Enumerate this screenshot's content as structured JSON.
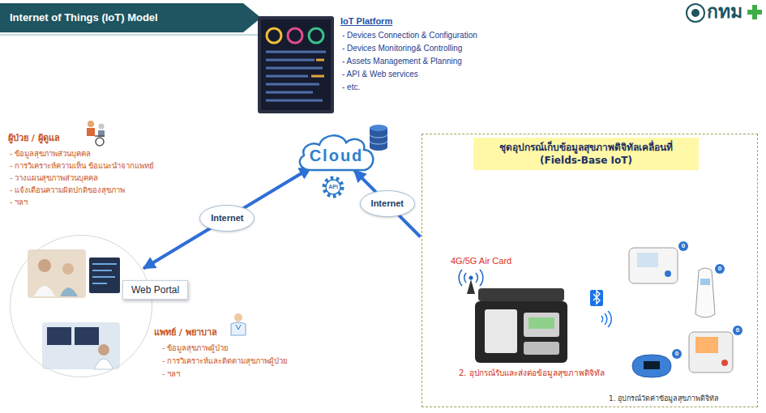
{
  "diagram": {
    "title": "Internet of Things (IoT) Model",
    "nodes": [
      {
        "text": [
          "Cloud"
        ]
      },
      {
        "text": [
          "Web Portal"
        ]
      },
      {
        "text": [
          "4G/5G Air Card",
          "2. อุปกรณ์รับและส่งต่อข้อมูลสุขภาพดิจิทัล",
          "1. อุปกรณ์วัดค่าข้อมูลสุขภาพดิจิทัล"
        ]
      },
      {
        "text": [
          "ชุดอุปกรณ์เก็บข้อมูลสุขภาพดิจิทัลเคลื่อนที่ (Fields-Base IoT)"
        ],
        "in": 2
      }
    ],
    "edges": [
      {
        "from": 0,
        "to": 1,
        "arrow": "both",
        "label": "Internet"
      },
      {
        "from": 2,
        "to": 0,
        "arrow": "to",
        "label": "Internet"
      }
    ],
    "labels": [
      "กทม",
      "IoT Platform",
      "- Devices Connection & Configuration",
      "- Devices Monitoring& Controlling",
      "- Assets Management & Planning",
      "- API & Web services",
      "- etc.",
      "API",
      "ผู้ป่วย / ผู้ดูแล",
      "- ข้อมูลสุขภาพส่วนบุคคล",
      "- การวิเคราะห์ความเห็น ข้อแนะนำจากแพทย์",
      "- วางแผนสุขภาพส่วนบุคคล",
      "- แจ้งเตือนความผิดปกติของสุขภาพ",
      "- ฯลฯ",
      "แพทย์ / พยาบาล",
      "- ข้อมูลสุขภาพผู้ป่วย",
      "- การวิเคราะห์และติดตามสุขภาพผู้ป่วย",
      "- ฯลฯ",
      "0",
      "0",
      "0",
      "0"
    ]
  }
}
